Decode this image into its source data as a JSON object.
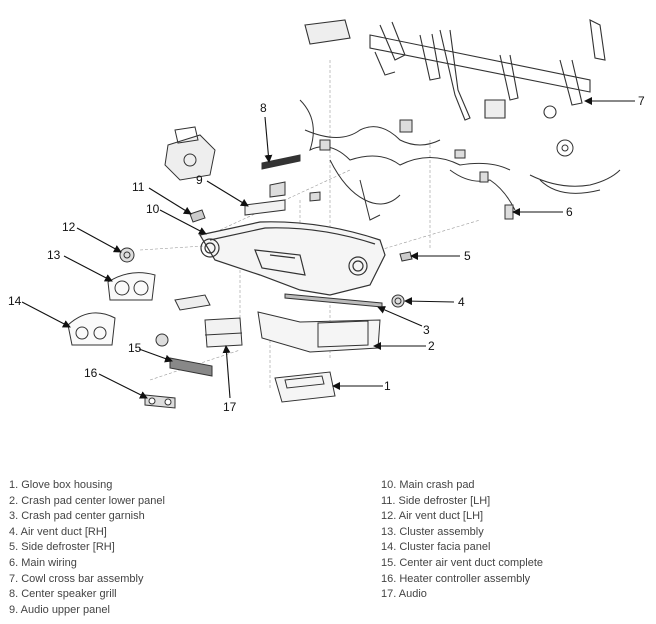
{
  "callouts": [
    "1",
    "2",
    "3",
    "4",
    "5",
    "6",
    "7",
    "8",
    "9",
    "10",
    "11",
    "12",
    "13",
    "14",
    "15",
    "16",
    "17"
  ],
  "legend_left": [
    "1. Glove box housing",
    "2. Crash pad center lower panel",
    "3. Crash pad center garnish",
    "4. Air vent duct [RH]",
    "5. Side defroster [RH]",
    "6. Main wiring",
    "7. Cowl cross bar assembly",
    "8. Center speaker grill",
    "9. Audio upper panel"
  ],
  "legend_right": [
    "10. Main crash pad",
    "11. Side defroster [LH]",
    "12. Air vent duct [LH]",
    "13. Cluster assembly",
    "14. Cluster facia panel",
    "15. Center air vent duct complete",
    "16. Heater controller assembly",
    "17. Audio"
  ]
}
